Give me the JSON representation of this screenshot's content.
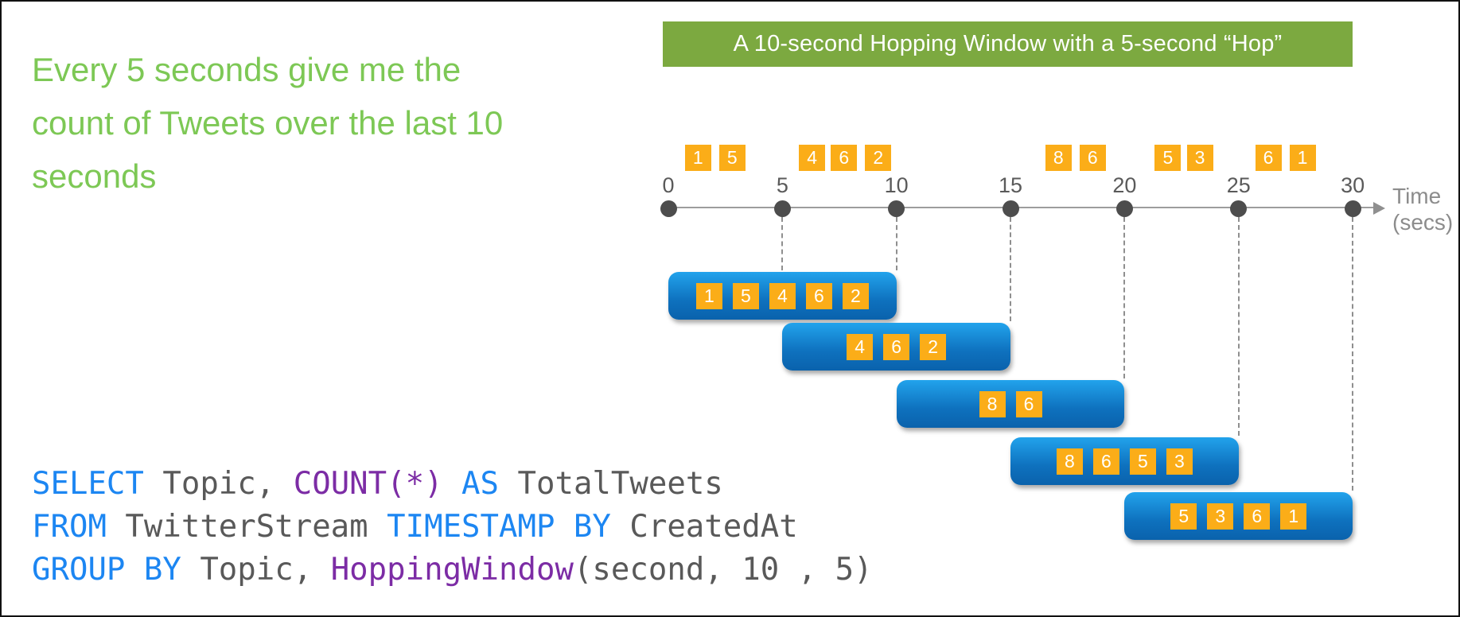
{
  "headline": {
    "lines": [
      "Every 5 seconds give me the",
      "count of Tweets over the last 10",
      "seconds"
    ],
    "color": "#7DC855"
  },
  "banner": {
    "text": "A 10-second Hopping Window with a 5-second “Hop”",
    "bg_color": "#7CA940",
    "text_color": "#FFFFFF"
  },
  "timeline": {
    "unit": "seconds",
    "ticks": [
      0,
      5,
      10,
      15,
      20,
      25,
      30
    ],
    "axis_label": [
      "Time",
      "(secs)"
    ],
    "range": [
      0,
      30
    ]
  },
  "stream_events": [
    {
      "value": 1,
      "t": 1.3
    },
    {
      "value": 5,
      "t": 2.8
    },
    {
      "value": 4,
      "t": 6.3
    },
    {
      "value": 6,
      "t": 7.7
    },
    {
      "value": 2,
      "t": 9.2
    },
    {
      "value": 8,
      "t": 17.1
    },
    {
      "value": 6,
      "t": 18.6
    },
    {
      "value": 5,
      "t": 21.9
    },
    {
      "value": 3,
      "t": 23.3
    },
    {
      "value": 6,
      "t": 26.3
    },
    {
      "value": 1,
      "t": 27.8
    }
  ],
  "hopping_windows": [
    {
      "start": 0,
      "end": 10,
      "events": [
        1,
        5,
        4,
        6,
        2
      ]
    },
    {
      "start": 5,
      "end": 15,
      "events": [
        4,
        6,
        2
      ]
    },
    {
      "start": 10,
      "end": 20,
      "events": [
        8,
        6
      ]
    },
    {
      "start": 15,
      "end": 25,
      "events": [
        8,
        6,
        5,
        3
      ]
    },
    {
      "start": 20,
      "end": 30,
      "events": [
        5,
        3,
        6,
        1
      ]
    }
  ],
  "colors": {
    "event_orange": "#FBAD18",
    "window_blue_top": "#22A3EC",
    "window_blue_bottom": "#0A62AC",
    "headline_green": "#7DC855",
    "banner_green": "#7CA940",
    "axis_gray": "#9D9D9D",
    "dot_gray": "#4D4D4D",
    "code_keyword_blue": "#1C86F2",
    "code_function_purple": "#7C2CA5",
    "code_plain_gray": "#595959"
  },
  "code": {
    "lines": [
      [
        {
          "c": "kw",
          "t": "SELECT"
        },
        {
          "c": "pl",
          "t": " Topic, "
        },
        {
          "c": "fn",
          "t": "COUNT(*)"
        },
        {
          "c": "kw",
          "t": " AS"
        },
        {
          "c": "pl",
          "t": " TotalTweets"
        }
      ],
      [
        {
          "c": "kw",
          "t": "FROM"
        },
        {
          "c": "pl",
          "t": " TwitterStream "
        },
        {
          "c": "kw",
          "t": "TIMESTAMP BY"
        },
        {
          "c": "pl",
          "t": " CreatedAt"
        }
      ],
      [
        {
          "c": "kw",
          "t": "GROUP BY"
        },
        {
          "c": "pl",
          "t": " Topic, "
        },
        {
          "c": "fn",
          "t": "HoppingWindow"
        },
        {
          "c": "pl",
          "t": "(second, 10 , 5)"
        }
      ]
    ]
  }
}
